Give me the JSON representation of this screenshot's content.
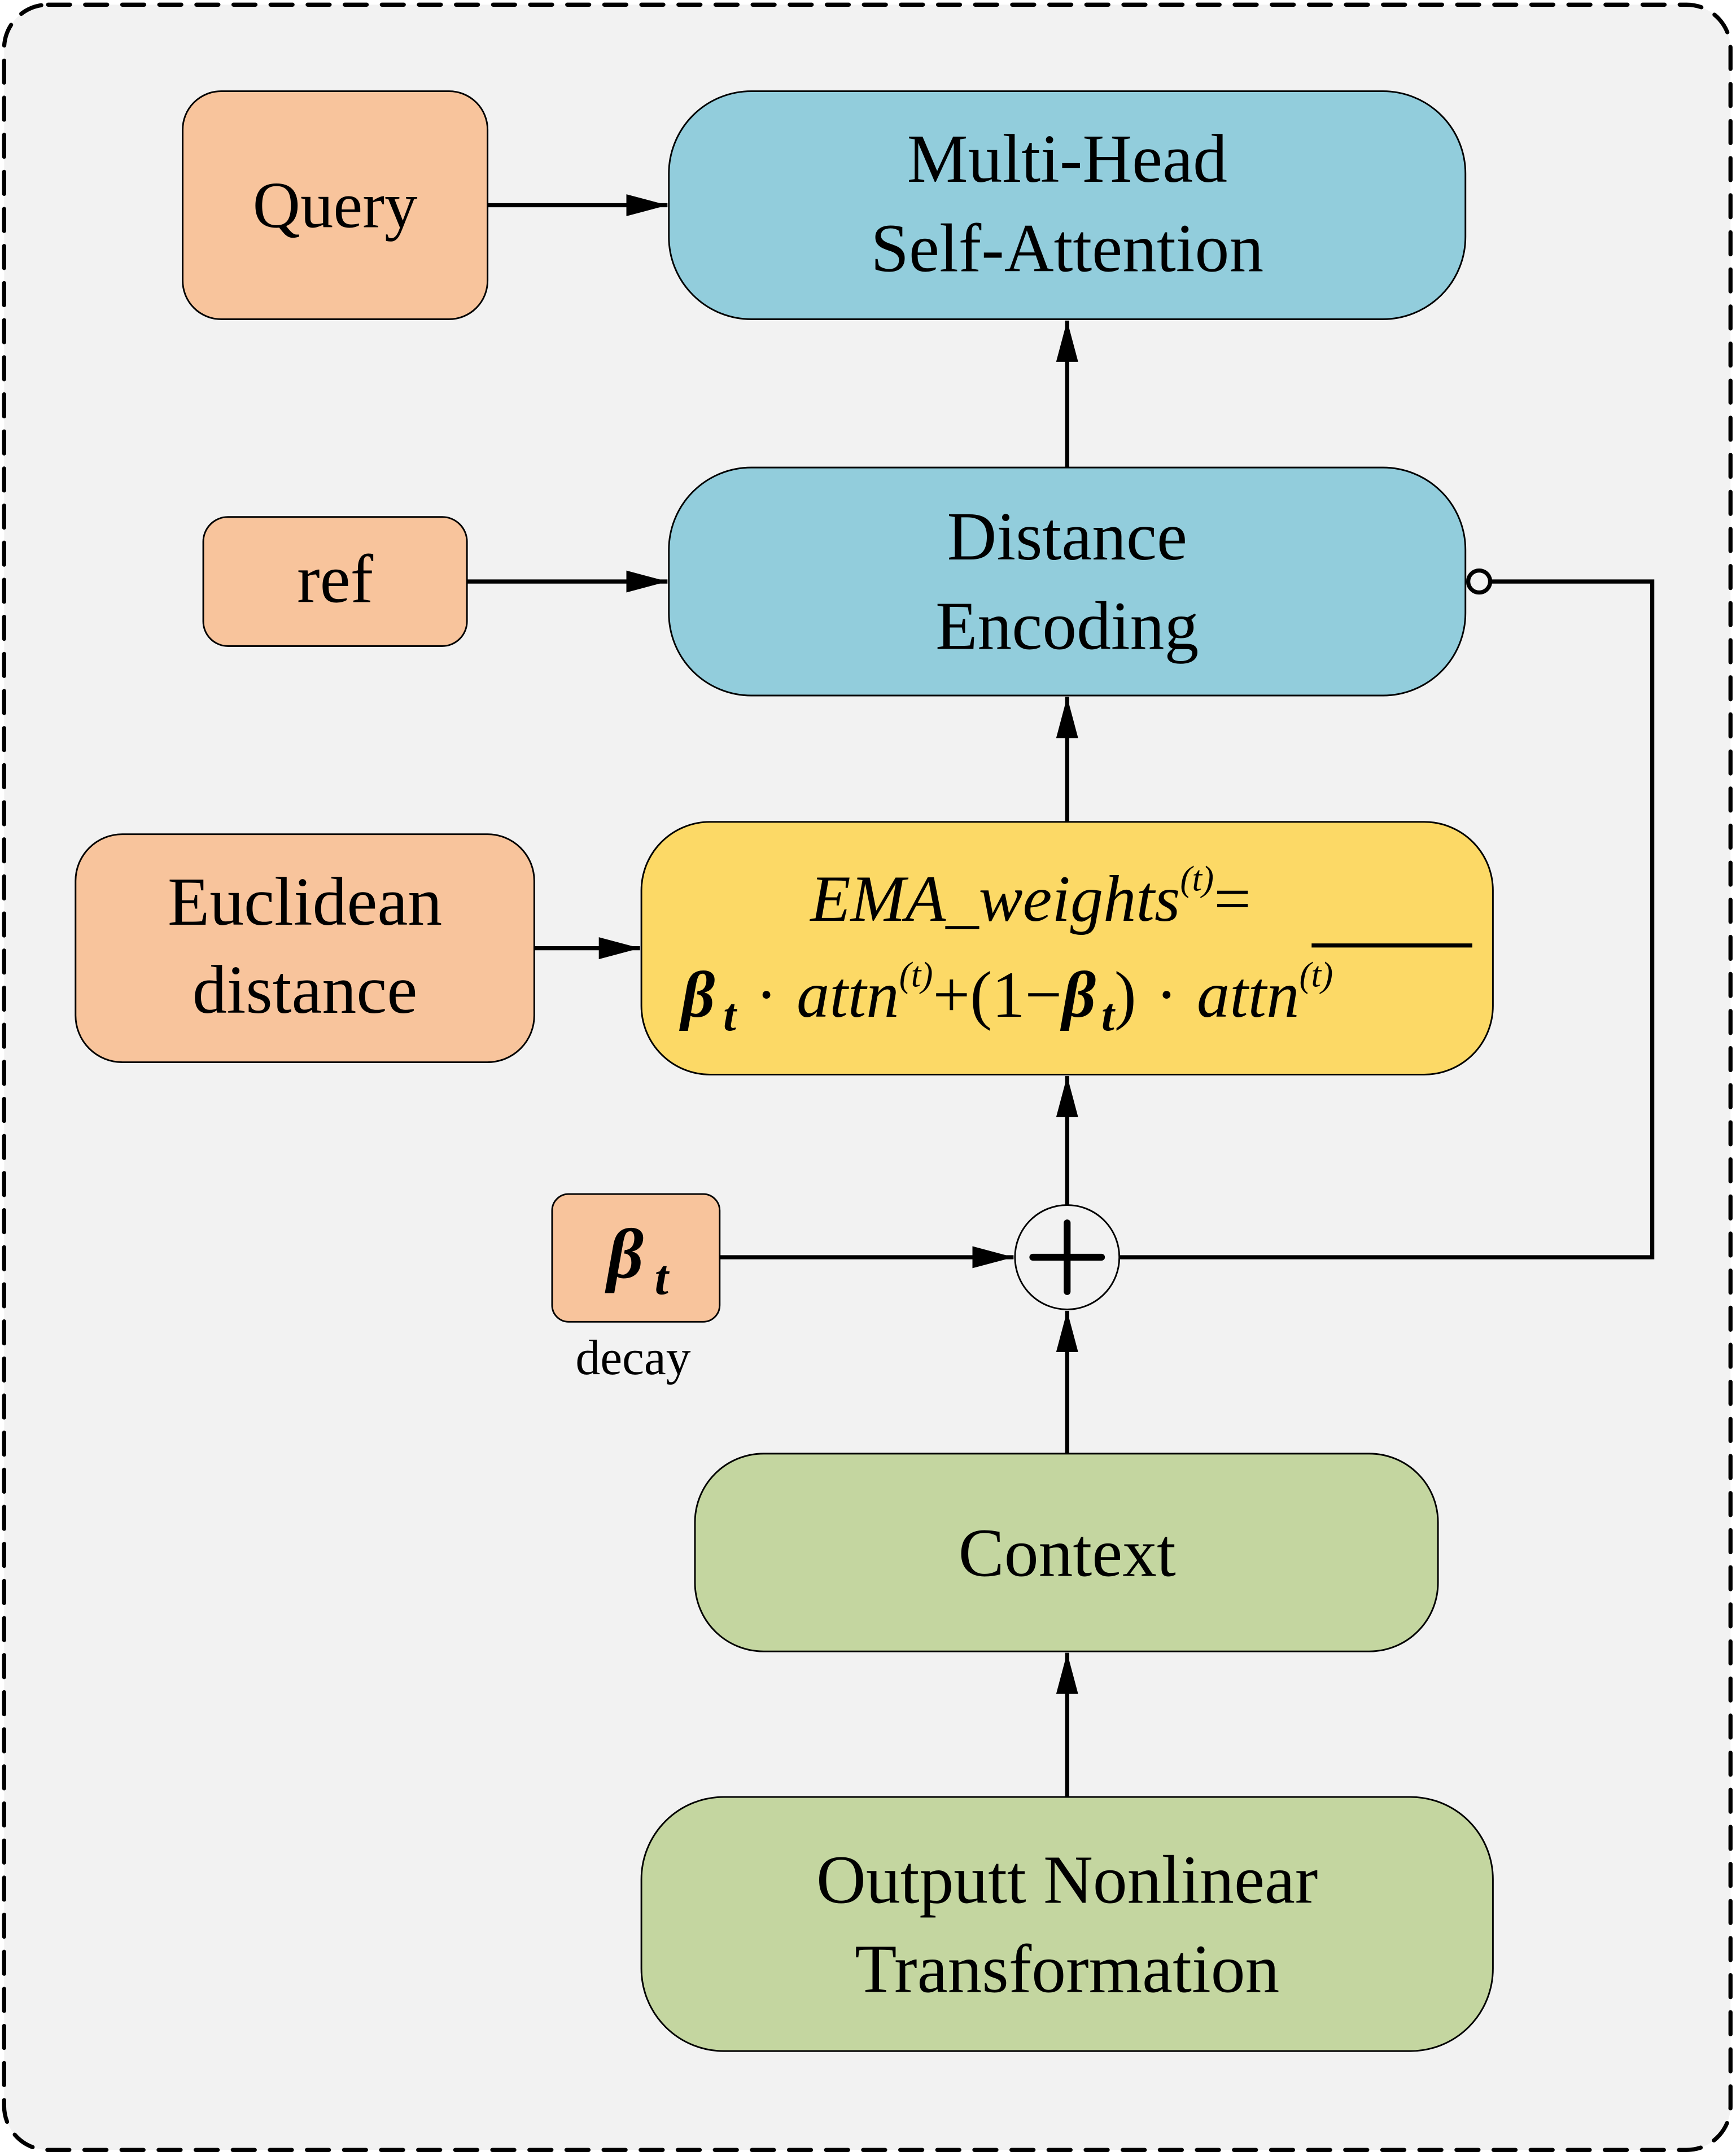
{
  "colors": {
    "background": "#f2f2f2",
    "input_box": "#f8c49c",
    "attention_box": "#92cddc",
    "ema_box": "#fcd966",
    "context_box": "#c4d6a0",
    "stroke": "#000000"
  },
  "nodes": {
    "query": {
      "label": "Query"
    },
    "mhsa": {
      "line1": "Multi-Head",
      "line2": "Self-Attention"
    },
    "ref": {
      "label": "ref"
    },
    "distance_encoding": {
      "line1": "Distance",
      "line2": "Encoding"
    },
    "euclidean": {
      "line1": "Euclidean",
      "line2": "distance"
    },
    "ema": {
      "lhs": "EMA_weights",
      "sup": "(t)",
      "equals": "=",
      "beta": "β",
      "sub_t": "t",
      "dot": "·",
      "attn": "attn",
      "plus": "+(1−",
      "close": ")",
      "attn_bar": "attn"
    },
    "beta": {
      "symbol": "β",
      "sub": "t",
      "caption": "decay"
    },
    "sum": {
      "symbol": "+"
    },
    "context": {
      "label": "Context"
    },
    "output": {
      "line1": "Outputt Nonlinear",
      "line2": "Transformation"
    }
  },
  "edges": [
    {
      "from": "query",
      "to": "mhsa"
    },
    {
      "from": "distance_encoding",
      "to": "mhsa"
    },
    {
      "from": "ref",
      "to": "distance_encoding"
    },
    {
      "from": "ema",
      "to": "distance_encoding"
    },
    {
      "from": "euclidean",
      "to": "ema"
    },
    {
      "from": "sum",
      "to": "ema"
    },
    {
      "from": "beta",
      "to": "sum"
    },
    {
      "from": "context",
      "to": "sum"
    },
    {
      "from": "output",
      "to": "context"
    },
    {
      "from": "sum",
      "to": "distance_encoding",
      "style": "feedback-circle-end"
    }
  ]
}
